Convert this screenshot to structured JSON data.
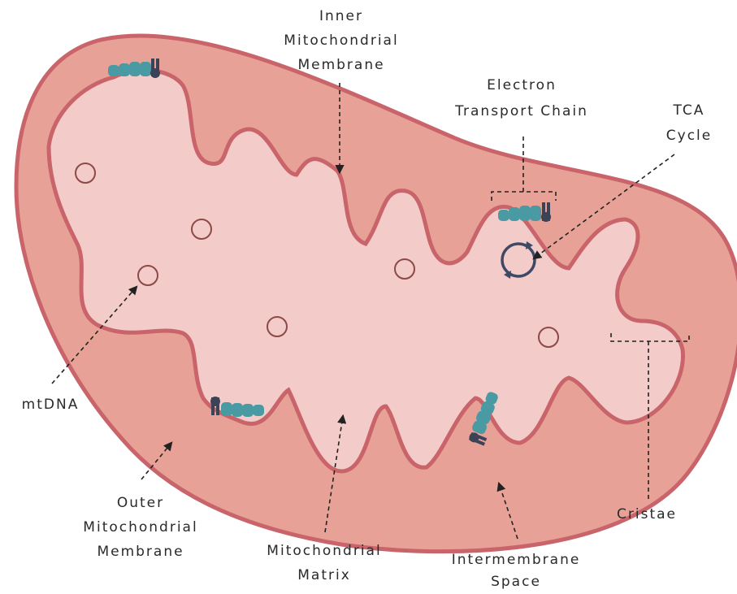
{
  "diagram": {
    "colors": {
      "outer_fill": "#e8a197",
      "outer_stroke": "#c8646a",
      "inner_fill": "#f3cbc8",
      "inner_stroke": "#c8646a",
      "protein_teal": "#4a9aa3",
      "protein_dark": "#3c4356",
      "cycle_color": "#3c4a66",
      "dna_stroke": "#8b4a48"
    },
    "labels": {
      "inner_membrane": [
        "Inner",
        "Mitochondrial",
        "Membrane"
      ],
      "etc": [
        "Electron",
        "Transport  Chain"
      ],
      "tca": [
        "TCA",
        "Cycle"
      ],
      "mtdna": [
        "mtDNA"
      ],
      "outer_membrane": [
        "Outer",
        "Mitochondrial",
        "Membrane"
      ],
      "matrix": [
        "Mitochondrial",
        "Matrix"
      ],
      "intermembrane": [
        "Intermembrane",
        "Space"
      ],
      "cristae": [
        "Cristae"
      ]
    },
    "icons": {
      "tca_cycle": "cycle-arrows-icon",
      "etc_complex": "protein-complex-icon",
      "dna": "mtdna-circle-icon"
    }
  }
}
